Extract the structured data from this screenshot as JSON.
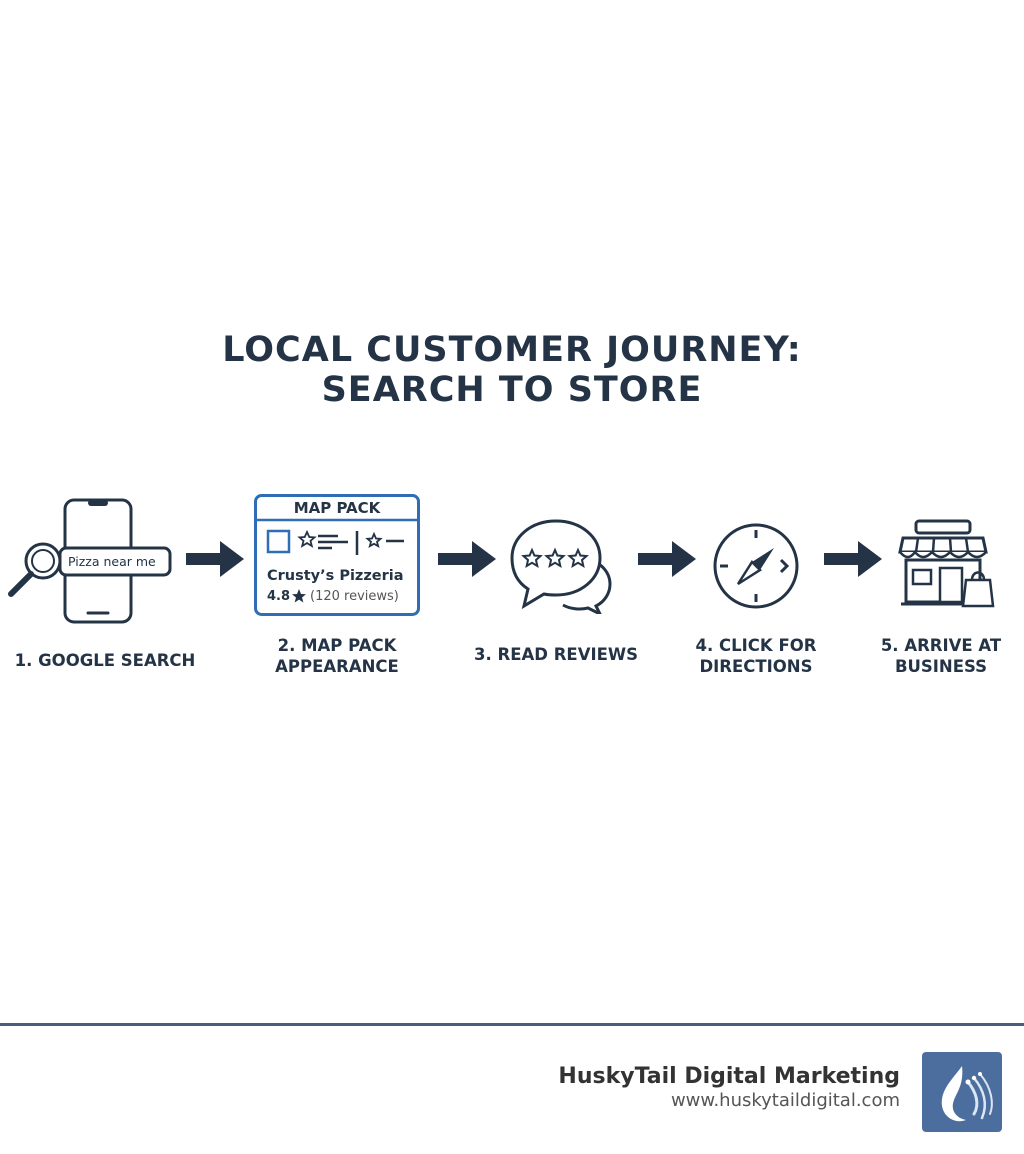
{
  "title": {
    "line1": "LOCAL CUSTOMER JOURNEY:",
    "line2": "SEARCH TO STORE"
  },
  "steps": [
    {
      "label1": "1. GOOGLE SEARCH",
      "label2": "",
      "icon": "phone-search-icon"
    },
    {
      "label1": "2. MAP PACK",
      "label2": "APPEARANCE",
      "icon": "map-pack-card-icon"
    },
    {
      "label1": "3. READ REVIEWS",
      "label2": "",
      "icon": "review-bubbles-icon"
    },
    {
      "label1": "4. CLICK FOR",
      "label2": "DIRECTIONS",
      "icon": "compass-icon"
    },
    {
      "label1": "5. ARRIVE AT",
      "label2": "BUSINESS",
      "icon": "storefront-icon"
    }
  ],
  "search_box": {
    "text": "Pizza near me"
  },
  "map_pack": {
    "header": "MAP PACK",
    "business": "Crusty’s Pizzeria",
    "rating": "4.8",
    "reviews": "(120 reviews)"
  },
  "footer": {
    "brand": "HuskyTail Digital Marketing",
    "url": "www.huskytaildigital.com"
  },
  "colors": {
    "ink": "#243446",
    "accent_blue": "#2f6db5",
    "footer_rule": "#4a5d80",
    "logo_bg": "#4b6e9f"
  }
}
